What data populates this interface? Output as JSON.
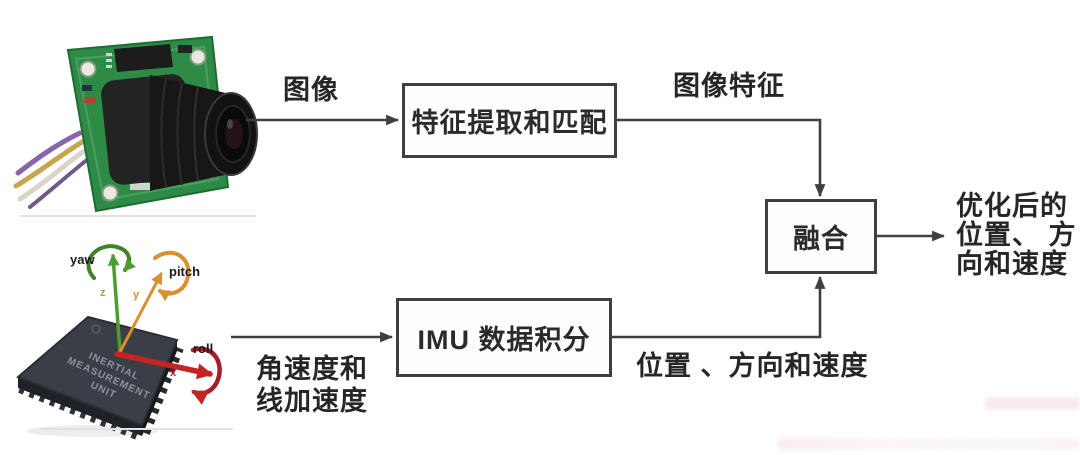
{
  "flow": {
    "boxes": {
      "feature_extraction": "特征提取和匹配",
      "imu_integration": "IMU 数据积分",
      "fusion": "融合"
    },
    "labels": {
      "image": "图像",
      "image_features": "图像特征",
      "imu_out_line1": "角速度和",
      "imu_out_line2": "线加速度",
      "pose": "位置 、方向和速度",
      "output_line1": "优化后的",
      "output_line2": "位置、 方",
      "output_line3": "向和速度"
    }
  },
  "imu_figure": {
    "yaw": "yaw",
    "pitch": "pitch",
    "roll": "roll",
    "axis_x": "x",
    "axis_y": "y",
    "axis_z": "z",
    "chip_line1": "INERTIAL",
    "chip_line2": "MEASUREMENT",
    "chip_line3": "UNIT"
  },
  "colors": {
    "connector": "#3f3f3f",
    "label_text": "#262626",
    "pcb_green": "#2e8b45",
    "yaw_green": "#4f9d31",
    "pitch_orange": "#d9902f",
    "roll_red": "#c42424"
  }
}
